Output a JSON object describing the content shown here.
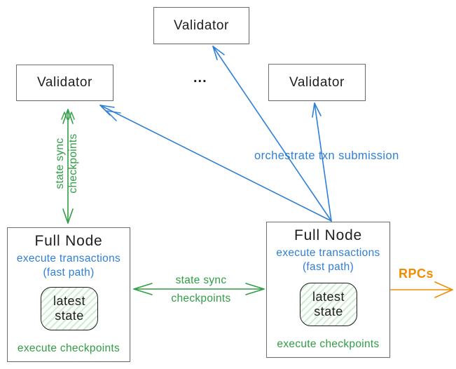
{
  "colors": {
    "blue": "#2f7fd8",
    "green": "#2f9e44",
    "orange": "#f08c00",
    "ink": "#1e1e1e",
    "border": "#6e6e6e"
  },
  "validators": {
    "top": {
      "label": "Validator"
    },
    "left": {
      "label": "Validator"
    },
    "right": {
      "label": "Validator"
    },
    "ellipsis": "..."
  },
  "full_node_left": {
    "title": "Full Node",
    "execute_transactions": "execute transactions",
    "fast_path": "(fast path)",
    "latest_state_line1": "latest",
    "latest_state_line2": "state",
    "execute_checkpoints": "execute checkpoints"
  },
  "full_node_right": {
    "title": "Full Node",
    "execute_transactions": "execute transactions",
    "fast_path": "(fast path)",
    "latest_state_line1": "latest",
    "latest_state_line2": "state",
    "execute_checkpoints": "execute checkpoints"
  },
  "edge_labels": {
    "state_sync_vertical_line1": "state sync",
    "state_sync_vertical_line2": "checkpoints",
    "state_sync_horizontal_line1": "state sync",
    "state_sync_horizontal_line2": "checkpoints",
    "orchestrate": "orchestrate txn submission",
    "rpcs": "RPCs"
  }
}
